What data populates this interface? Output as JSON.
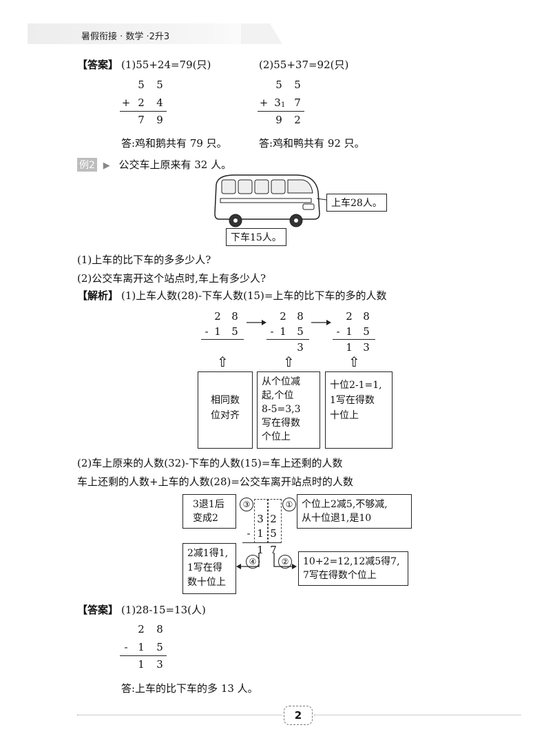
{
  "header": {
    "title": "暑假衔接 · 数学 ·2升3"
  },
  "answer1": {
    "tag": "【答案】",
    "part1": "(1)55+24=79(只)",
    "part2": "(2)55+37=92(只)",
    "calc1": {
      "row1": [
        "5",
        "5"
      ],
      "op": "+",
      "row2": [
        "2",
        "4"
      ],
      "res": [
        "7",
        "9"
      ]
    },
    "calc2": {
      "row1": [
        "5",
        "5"
      ],
      "op": "+",
      "row2a": "3",
      "carry": "1",
      "row2b": "7",
      "res": [
        "9",
        "2"
      ]
    },
    "reply1": "答:鸡和鹅共有 79 只。",
    "reply2": "答:鸡和鸭共有 92 只。"
  },
  "example2": {
    "tag": "例2",
    "arrow": "▶",
    "text": "公交车上原来有 32 人。",
    "bus_on": "上车28人。",
    "bus_off": "下车15人。",
    "q1": "(1)上车的比下车的多多少人?",
    "q2": "(2)公交车离开这个站点时,车上有多少人?"
  },
  "analysis": {
    "tag": "【解析】",
    "line1": "(1)上车人数(28)-下车人数(15)=上车的比下车的多的人数",
    "steps": [
      {
        "a": [
          "2",
          "8"
        ],
        "b": [
          "1",
          "5"
        ],
        "r": [
          "",
          ""
        ]
      },
      {
        "a": [
          "2",
          "8"
        ],
        "b": [
          "1",
          "5"
        ],
        "r": [
          "",
          "3"
        ]
      },
      {
        "a": [
          "2",
          "8"
        ],
        "b": [
          "1",
          "5"
        ],
        "r": [
          "1",
          "3"
        ]
      }
    ],
    "minus": "-",
    "up_arrow": "⇧",
    "boxes": [
      [
        "相同数",
        "位对齐"
      ],
      [
        "从个位减",
        "起,个位",
        "8-5=3,3",
        "写在得数",
        "个位上"
      ],
      [
        "十位2-1=1,",
        "1写在得数",
        "十位上"
      ]
    ],
    "line2": "(2)车上原来的人数(32)-下车的人数(15)=车上还剩的人数",
    "line3": "车上还剩的人数+上车的人数(28)=公交车离开站点时的人数",
    "diag": {
      "box3": [
        "3退1后",
        "变成2"
      ],
      "box1": [
        "个位上2减5,不够减,",
        "从十位退1,是10"
      ],
      "box4": [
        "2减1得1,",
        "1写在得",
        "数十位上"
      ],
      "box2": [
        "10+2=12,12减5得7,",
        "7写在得数个位上"
      ],
      "c1": "①",
      "c2": "②",
      "c3": "③",
      "c4": "④",
      "top": [
        "3",
        "2"
      ],
      "mid": [
        "1",
        "5"
      ],
      "res": [
        "1",
        "7"
      ],
      "minus": "-"
    }
  },
  "answer2": {
    "tag": "【答案】",
    "part1": "(1)28-15=13(人)",
    "calc": {
      "row1": [
        "2",
        "8"
      ],
      "op": "-",
      "row2": [
        "1",
        "5"
      ],
      "res": [
        "1",
        "3"
      ]
    },
    "reply": "答:上车的比下车的多 13 人。"
  },
  "footer": {
    "page": "2"
  }
}
